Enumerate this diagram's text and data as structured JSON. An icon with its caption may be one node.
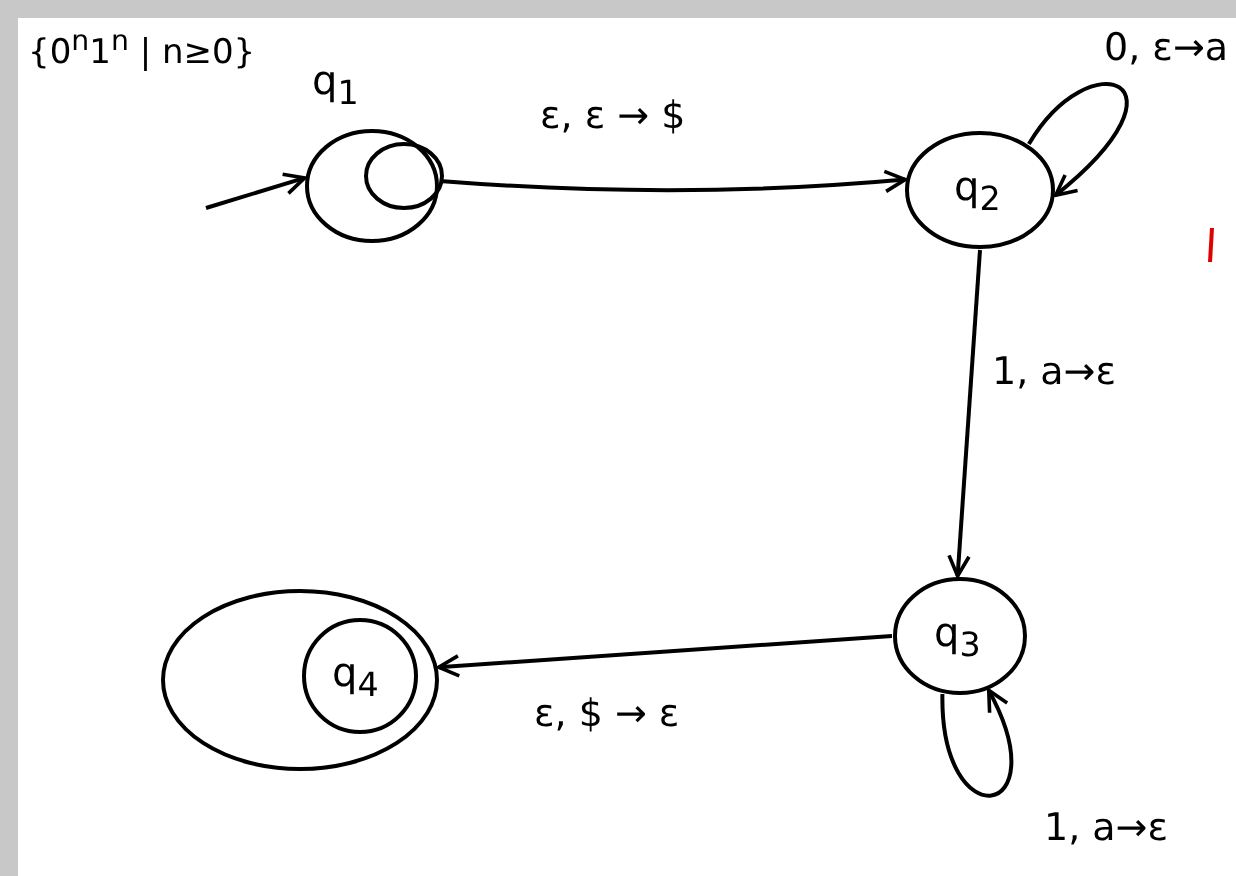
{
  "diagram": {
    "nodes": [
      {
        "text": [
          "q$_{1}$"
        ]
      },
      {
        "text": [
          "q$_{2}$"
        ]
      },
      {
        "text": [
          "q$_{3}$"
        ]
      },
      {
        "text": [
          "q$_{4}$"
        ]
      }
    ],
    "edges": [
      {
        "from": null,
        "to": 0,
        "arrow": "to"
      },
      {
        "from": 0,
        "to": 1,
        "arrow": "to",
        "label": "ε, ε → $"
      },
      {
        "from": 1,
        "to": 1,
        "arrow": "to",
        "label": "0, ε→a"
      },
      {
        "from": 1,
        "to": 2,
        "arrow": "to",
        "label": "1, a→ε"
      },
      {
        "from": 2,
        "to": 2,
        "arrow": "to",
        "label": "1, a→ε"
      },
      {
        "from": 2,
        "to": 3,
        "arrow": "to",
        "label": "ε, $ → ε"
      }
    ],
    "labels": [
      "{0$^{n}$1$^{n}$ | n≥0}"
    ]
  }
}
